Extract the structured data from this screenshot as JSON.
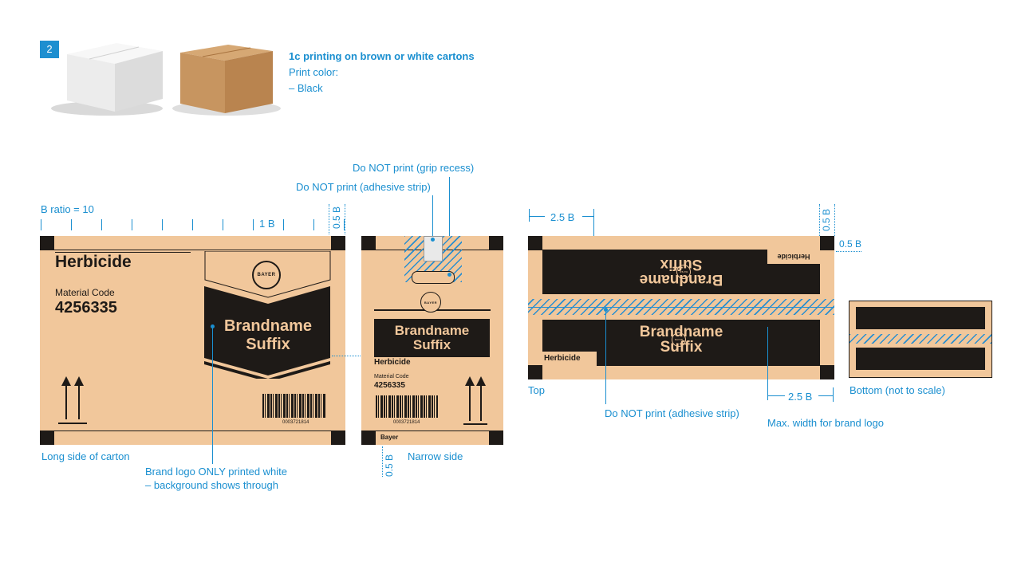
{
  "badge": "2",
  "intro": {
    "heading": "1c printing on brown or white cartons",
    "line1": "Print color:",
    "line2": "– Black"
  },
  "measures": {
    "b_ratio": "B ratio = 10",
    "one_b": "1 B",
    "half_b": "0.5 B",
    "two_half_b": "2.5 B"
  },
  "callouts": {
    "grip_recess": "Do NOT print (grip recess)",
    "adhesive_strip": "Do NOT print (adhesive strip)",
    "adhesive_strip_top": "Do NOT print (adhesive strip)",
    "max_width": "Max. width for brand logo",
    "brand_logo_note_1": "Brand logo ONLY printed white",
    "brand_logo_note_2": "– background shows through"
  },
  "panels": {
    "long_side": "Long side of carton",
    "narrow_side": "Narrow side",
    "top": "Top",
    "bottom": "Bottom (not to scale)"
  },
  "carton": {
    "product_type": "Herbicide",
    "material_label": "Material Code",
    "material_code": "4256335",
    "brand_name": "Brandname",
    "brand_suffix": "Suffix",
    "logo_text": "BAYER",
    "barcode_number": "0003721814",
    "maker": "Bayer"
  },
  "colors": {
    "accent": "#1a8fd0",
    "kraft": "#f1c79b",
    "print": "#1e1a17"
  }
}
